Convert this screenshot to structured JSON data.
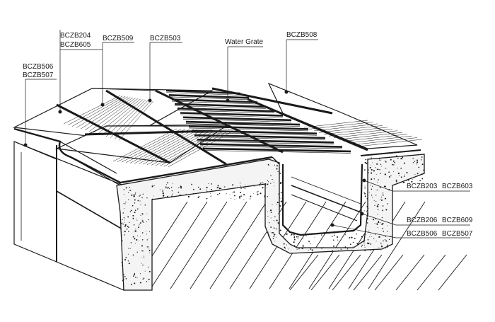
{
  "labels": {
    "bczb204": "BCZB204",
    "bczb605": "BCZB605",
    "bczb509": "BCZB509",
    "bczb503": "BCZB503",
    "water_grate": "Water Grate",
    "bczb508": "BCZB508",
    "bczb506_left": "BCZB506",
    "bczb507_left": "BCZB507",
    "bczb203": "BCZB203",
    "bczb603": "BCZB603",
    "bczb206": "BCZB206",
    "bczb609": "BCZB609",
    "bczb506_right": "BCZB506",
    "bczb507_right": "BCZB507"
  },
  "colors": {
    "ink": "#1a1a1a",
    "paper": "#ffffff",
    "concrete": "#f4f4f4"
  }
}
